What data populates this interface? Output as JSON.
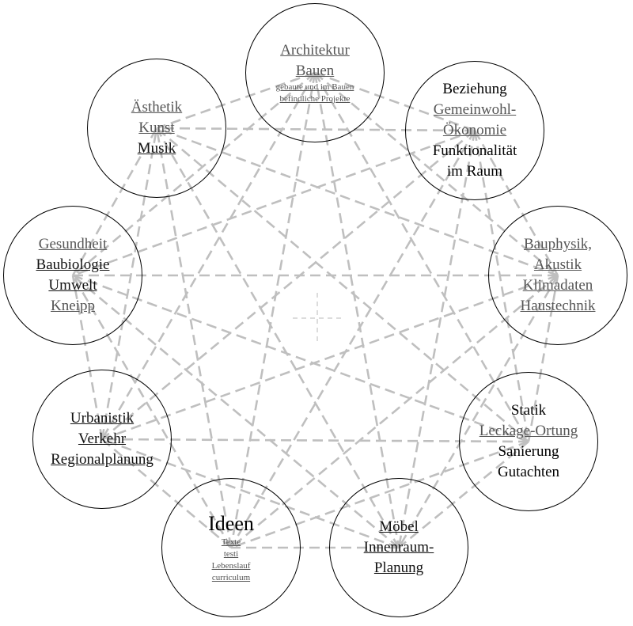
{
  "nodes": [
    {
      "id": "architektur",
      "lines": [
        {
          "text": "Architektur",
          "style": "link"
        },
        {
          "text": "Bauen",
          "style": "link"
        },
        {
          "text": "gebaute und im Bauen",
          "style": "link small"
        },
        {
          "text": "befindliche Projekte",
          "style": "link small"
        }
      ]
    },
    {
      "id": "beziehung",
      "lines": [
        {
          "text": "Beziehung",
          "style": "text"
        },
        {
          "text": "Gemeinwohl-",
          "style": "link"
        },
        {
          "text": "Ökonomie",
          "style": "link"
        },
        {
          "text": "Funktionalität",
          "style": "text"
        },
        {
          "text": "im Raum",
          "style": "text"
        }
      ]
    },
    {
      "id": "bauphysik",
      "lines": [
        {
          "text": "Bauphysik,",
          "style": "link"
        },
        {
          "text": "Akustik",
          "style": "link"
        },
        {
          "text": "Klimadaten",
          "style": "link"
        },
        {
          "text": "Haustechnik",
          "style": "link"
        }
      ]
    },
    {
      "id": "statik",
      "lines": [
        {
          "text": "Statik",
          "style": "text"
        },
        {
          "text": "Leckage-Ortung",
          "style": "link"
        },
        {
          "text": "Sanierung",
          "style": "text"
        },
        {
          "text": "Gutachten",
          "style": "text"
        }
      ]
    },
    {
      "id": "moebel",
      "lines": [
        {
          "text": "Möbel",
          "style": "link-dark"
        },
        {
          "text": "Innenraum-",
          "style": "link-dark"
        },
        {
          "text": "Planung",
          "style": "link-dark"
        }
      ]
    },
    {
      "id": "ideen",
      "lines": [
        {
          "text": "Ideen",
          "style": "big"
        },
        {
          "text": "Texte",
          "style": "link small"
        },
        {
          "text": "testi",
          "style": "link small"
        },
        {
          "text": "Lebenslauf",
          "style": "link small"
        },
        {
          "text": "curriculum",
          "style": "link small"
        }
      ]
    },
    {
      "id": "urbanistik",
      "lines": [
        {
          "text": "Urbanistik",
          "style": "link-dark"
        },
        {
          "text": "Verkehr",
          "style": "link-dark"
        },
        {
          "text": "Regionalplanung",
          "style": "link-dark"
        }
      ]
    },
    {
      "id": "gesundheit",
      "lines": [
        {
          "text": "Gesundheit",
          "style": "link"
        },
        {
          "text": "Baubiologie",
          "style": "link-dark"
        },
        {
          "text": "Umwelt",
          "style": "link-dark"
        },
        {
          "text": "Kneipp",
          "style": "link"
        }
      ]
    },
    {
      "id": "aesthetik",
      "lines": [
        {
          "text": "Ästhetik",
          "style": "link"
        },
        {
          "text": "Kunst",
          "style": "link"
        },
        {
          "text": "Musik",
          "style": "link-dark"
        }
      ]
    }
  ],
  "colors": {
    "connector": "#bfbfbf",
    "circle": "#000000",
    "link": "#555555"
  }
}
